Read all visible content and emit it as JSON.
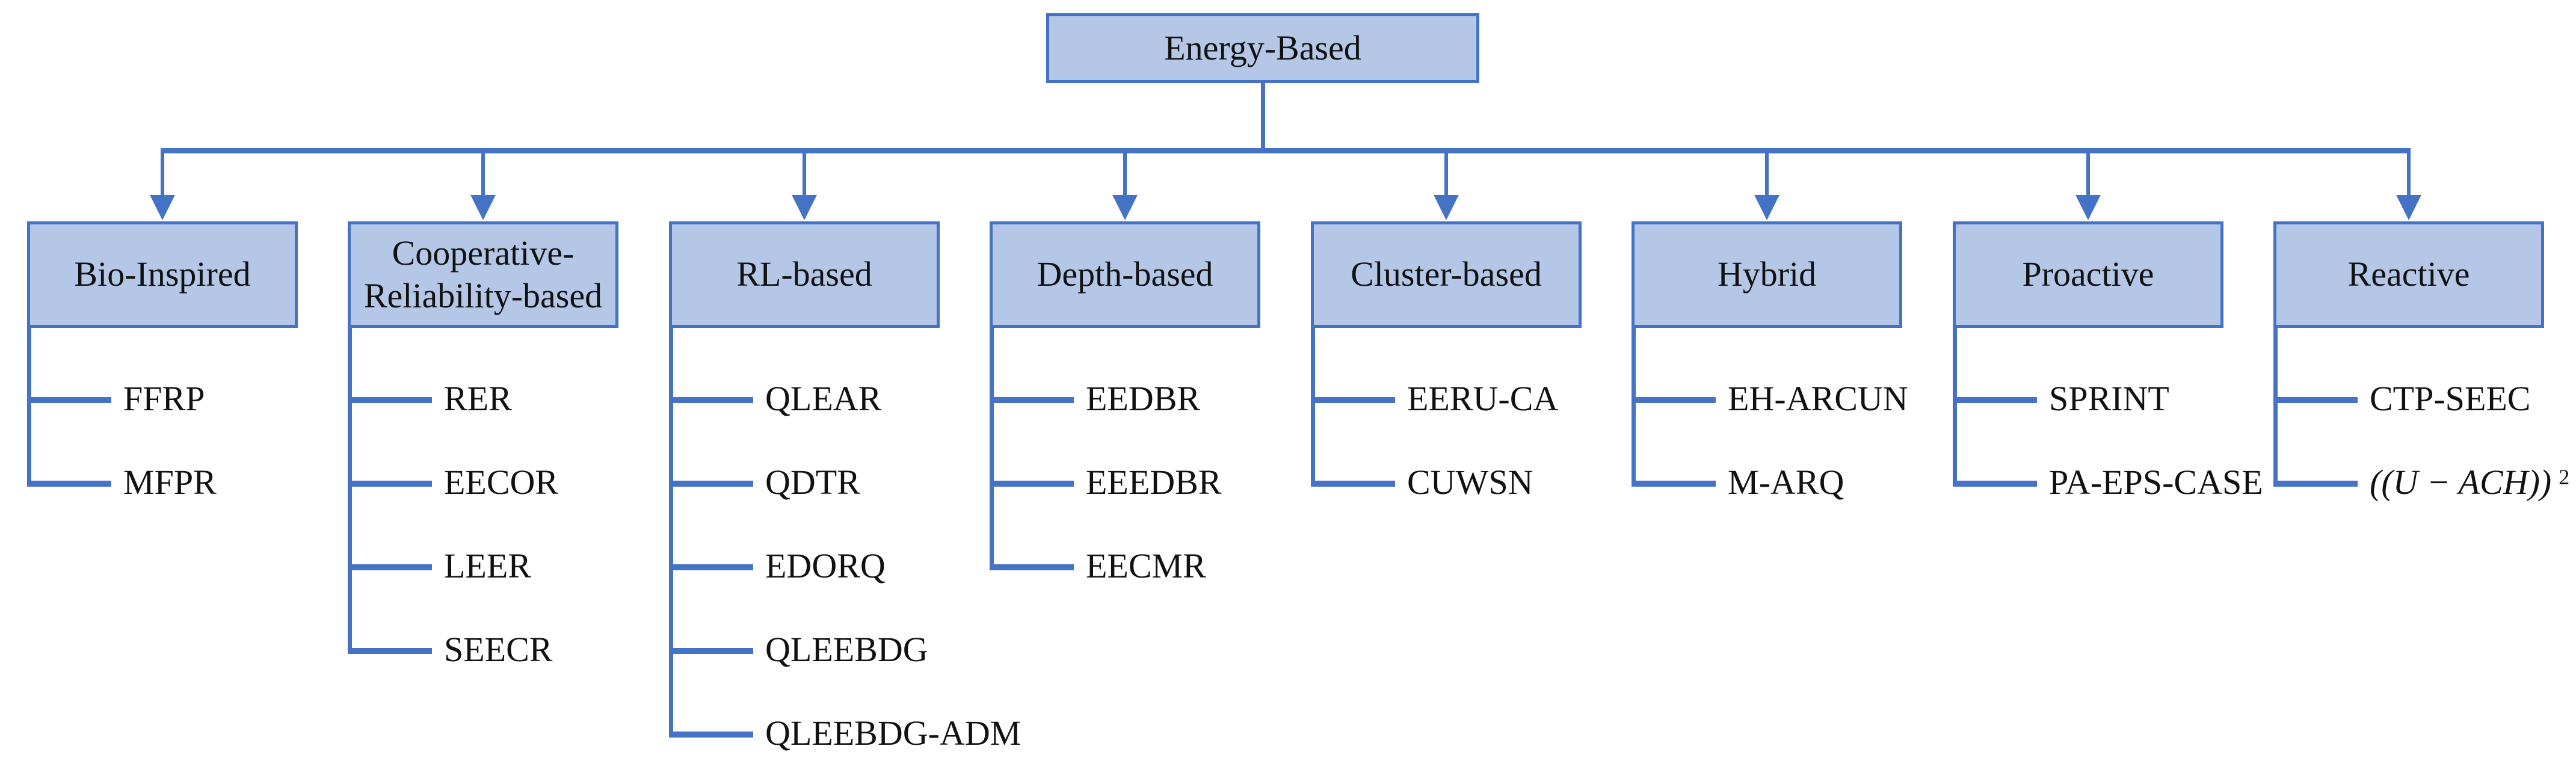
{
  "colors": {
    "accent": "#4472C4",
    "node_fill": "#B4C7E7",
    "text": "#111111",
    "background": "#FFFFFF"
  },
  "root": {
    "label": "Energy-Based"
  },
  "categories": [
    {
      "label": "Bio-Inspired",
      "label_lines": [
        "Bio-Inspired"
      ],
      "items": [
        {
          "text": "FFRP"
        },
        {
          "text": "MFPR"
        }
      ]
    },
    {
      "label": "Cooperative-Reliability-based",
      "label_lines": [
        "Cooperative-",
        "Reliability-based"
      ],
      "items": [
        {
          "text": "RER"
        },
        {
          "text": "EECOR"
        },
        {
          "text": "LEER"
        },
        {
          "text": "SEECR"
        }
      ]
    },
    {
      "label": "RL-based",
      "label_lines": [
        "RL-based"
      ],
      "items": [
        {
          "text": "QLEAR"
        },
        {
          "text": "QDTR"
        },
        {
          "text": "EDORQ"
        },
        {
          "text": "QLEEBDG"
        },
        {
          "text": "QLEEBDG-ADM"
        }
      ]
    },
    {
      "label": "Depth-based",
      "label_lines": [
        "Depth-based"
      ],
      "items": [
        {
          "text": "EEDBR"
        },
        {
          "text": "EEEDBR"
        },
        {
          "text": "EECMR"
        }
      ]
    },
    {
      "label": "Cluster-based",
      "label_lines": [
        "Cluster-based"
      ],
      "items": [
        {
          "text": "EERU-CA"
        },
        {
          "text": "CUWSN"
        }
      ]
    },
    {
      "label": "Hybrid",
      "label_lines": [
        "Hybrid"
      ],
      "items": [
        {
          "text": "EH-ARCUN"
        },
        {
          "text": "M-ARQ"
        }
      ]
    },
    {
      "label": "Proactive",
      "label_lines": [
        "Proactive"
      ],
      "items": [
        {
          "text": "SPRINT"
        },
        {
          "text": "PA-EPS-CASE"
        }
      ]
    },
    {
      "label": "Reactive",
      "label_lines": [
        "Reactive"
      ],
      "items": [
        {
          "text": "CTP-SEEC"
        },
        {
          "text": "((U − ACH))",
          "sup": "2",
          "italic": true
        }
      ]
    }
  ]
}
